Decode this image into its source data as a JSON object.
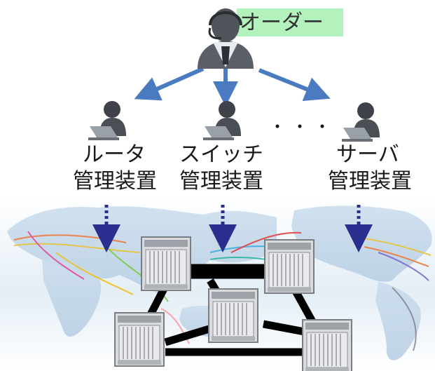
{
  "order_label": "オーダー",
  "managers": [
    {
      "line1": "ルータ",
      "line2": "管理装置"
    },
    {
      "line1": "スイッチ",
      "line2": "管理装置"
    },
    {
      "line1": "サーバ",
      "line2": "管理装置"
    }
  ],
  "ellipsis": "・・・",
  "colors": {
    "arrow_blue": "#4a7bc0",
    "dotted_arrow": "#2a2f8f",
    "link_black": "#000000",
    "highlight_green": "#a6f0b2",
    "map_water": "#dbe9f3"
  },
  "icons": {
    "operator": "headset-operator-icon",
    "manager": "laptop-user-icon",
    "device": "network-chassis-icon",
    "background": "world-map"
  }
}
